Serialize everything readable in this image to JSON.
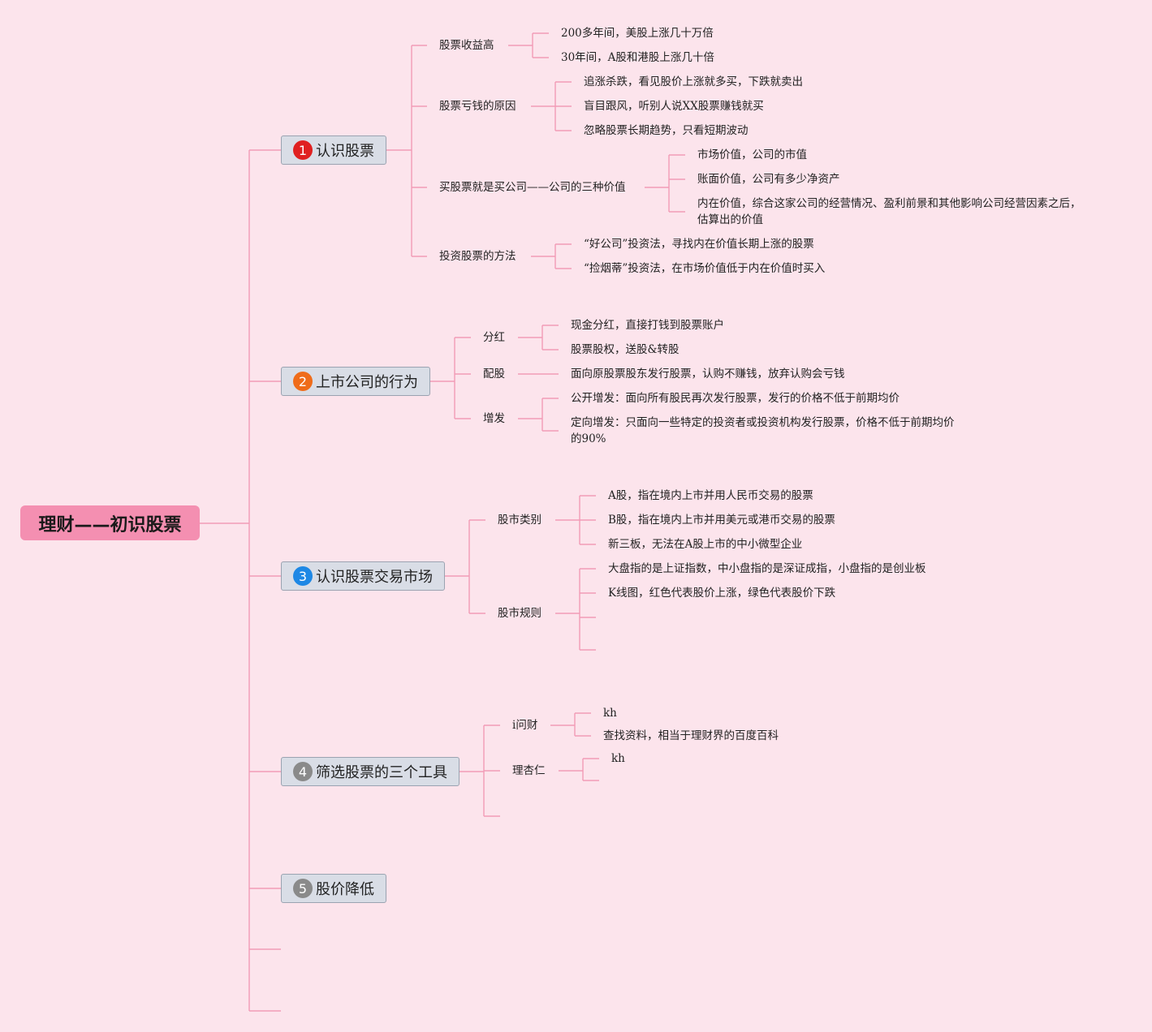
{
  "root": "理财——初识股票",
  "branches": [
    {
      "label": "认识股票",
      "num": "1",
      "color": "#e02020",
      "children": [
        {
          "label": "股票收益高",
          "children": [
            "200多年间，美股上涨几十万倍",
            "30年间，A股和港股上涨几十倍"
          ]
        },
        {
          "label": "股票亏钱的原因",
          "children": [
            "追涨杀跌，看见股价上涨就多买，下跌就卖出",
            "盲目跟风，听别人说XX股票赚钱就买",
            "忽略股票长期趋势，只看短期波动"
          ]
        },
        {
          "label": "买股票就是买公司——公司的三种价值",
          "children": [
            "市场价值，公司的市值",
            "账面价值，公司有多少净资产",
            "内在价值，综合这家公司的经营情况、盈利前景和其他影响公司经营因素之后，",
            "估算出的价值"
          ]
        },
        {
          "label": "投资股票的方法",
          "children": [
            "“好公司”投资法，寻找内在价值长期上涨的股票",
            "“捡烟蒂”投资法，在市场价值低于内在价值时买入"
          ]
        }
      ]
    },
    {
      "label": "上市公司的行为",
      "num": "2",
      "color": "#ef6c1a",
      "children": [
        {
          "label": "分红",
          "children": [
            "现金分红，直接打钱到股票账户",
            "股票股权，送股&转股"
          ]
        },
        {
          "label": "配股",
          "children": [
            "面向原股票股东发行股票，认购不赚钱，放弃认购会亏钱"
          ]
        },
        {
          "label": "增发",
          "children": [
            "公开增发：面向所有股民再次发行股票，发行的价格不低于前期均价",
            "定向增发：只面向一些特定的投资者或投资机构发行股票，价格不低于前期均价",
            "的90%"
          ]
        }
      ]
    },
    {
      "label": "认识股票交易市场",
      "num": "3",
      "color": "#1e88e5",
      "children": [
        {
          "label": "股市类别",
          "children": [
            "A股，指在境内上市并用人民币交易的股票",
            "B股，指在境内上市并用美元或港币交易的股票",
            "新三板，无法在A股上市的中小微型企业"
          ]
        },
        {
          "label": "股市规则",
          "children": [
            "大盘指的是上证指数，中小盘指的是深证成指，小盘指的是创业板",
            "K线图，红色代表股价上涨，绿色代表股价下跌"
          ]
        }
      ]
    },
    {
      "label": "筛选股票的三个工具",
      "num": "4",
      "color": "#8a8a8a",
      "children": [
        {
          "label": "i问财",
          "children": [
            "kh",
            "查找资料，相当于理财界的百度百科"
          ]
        },
        {
          "label": "理杏仁",
          "children": [
            "kh"
          ]
        }
      ]
    },
    {
      "label": "股价降低",
      "num": "5",
      "color": "#8a8a8a",
      "children": []
    }
  ]
}
